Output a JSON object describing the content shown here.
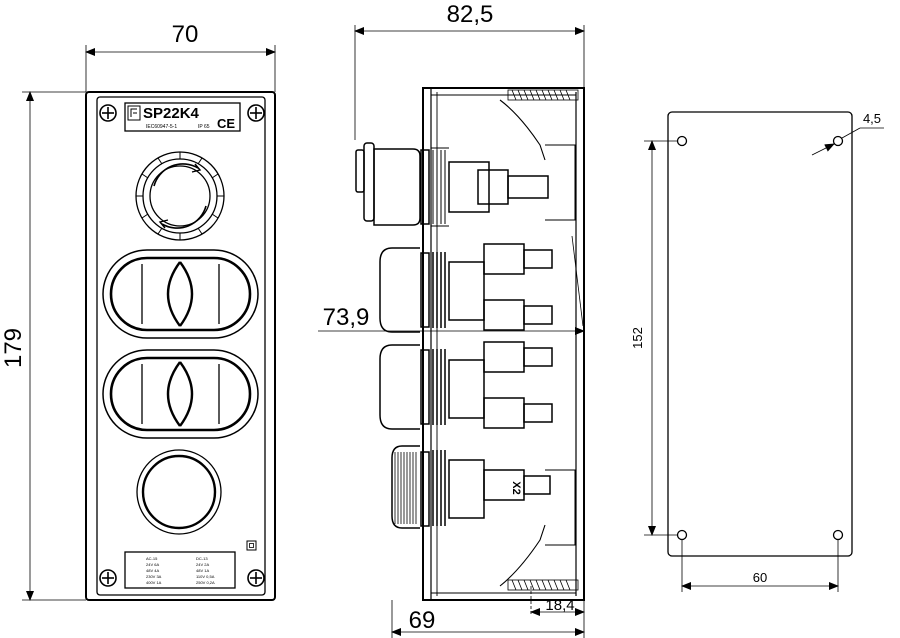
{
  "front_view": {
    "width_dim": "70",
    "height_dim": "179",
    "model_label": "SP22K4",
    "ce_mark": "CE",
    "sub_label": "IEC60947-5-1",
    "ip_label": "IP 65",
    "rating_plate_left": [
      "AC-15",
      "24V 6A",
      "48V 4A",
      "230V 3A",
      "400V 1A"
    ],
    "rating_plate_right": [
      "DC-13",
      "24V 2A",
      "48V 1A",
      "110V 0,5A",
      "250V 0,2A"
    ]
  },
  "side_view": {
    "depth_dim": "82,5",
    "inner_depth_dim": "73,9",
    "base_depth_dim": "69",
    "protrusion_dim": "18,4",
    "contact_mark": "X2"
  },
  "mounting_view": {
    "hole_dim": "4,5",
    "height_dim": "152",
    "width_dim": "60"
  }
}
